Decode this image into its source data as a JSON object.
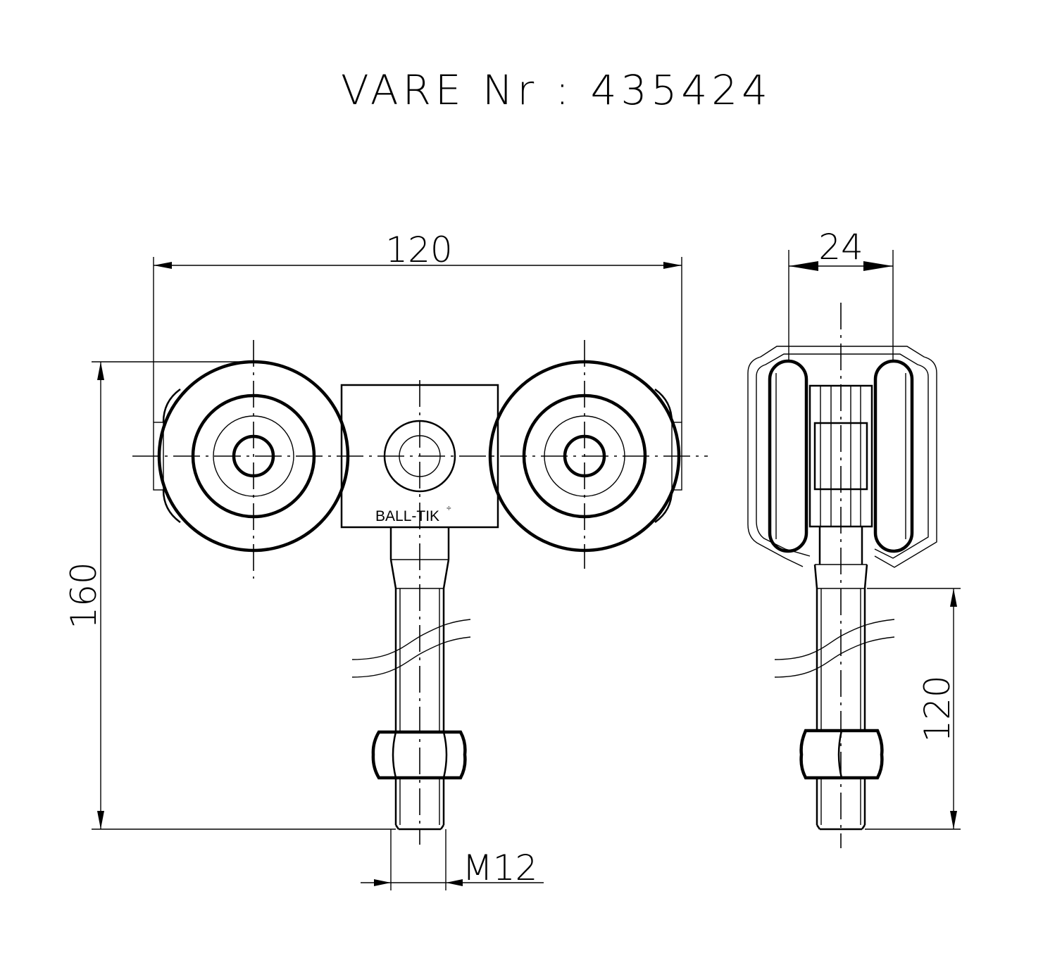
{
  "title": "VARE Nr :  435424",
  "dimensions": {
    "front_width": "120",
    "front_height": "160",
    "thread": "M12",
    "side_width": "24",
    "side_height": "120"
  },
  "brand": {
    "text": "BALL-TIK",
    "mark": "÷"
  }
}
